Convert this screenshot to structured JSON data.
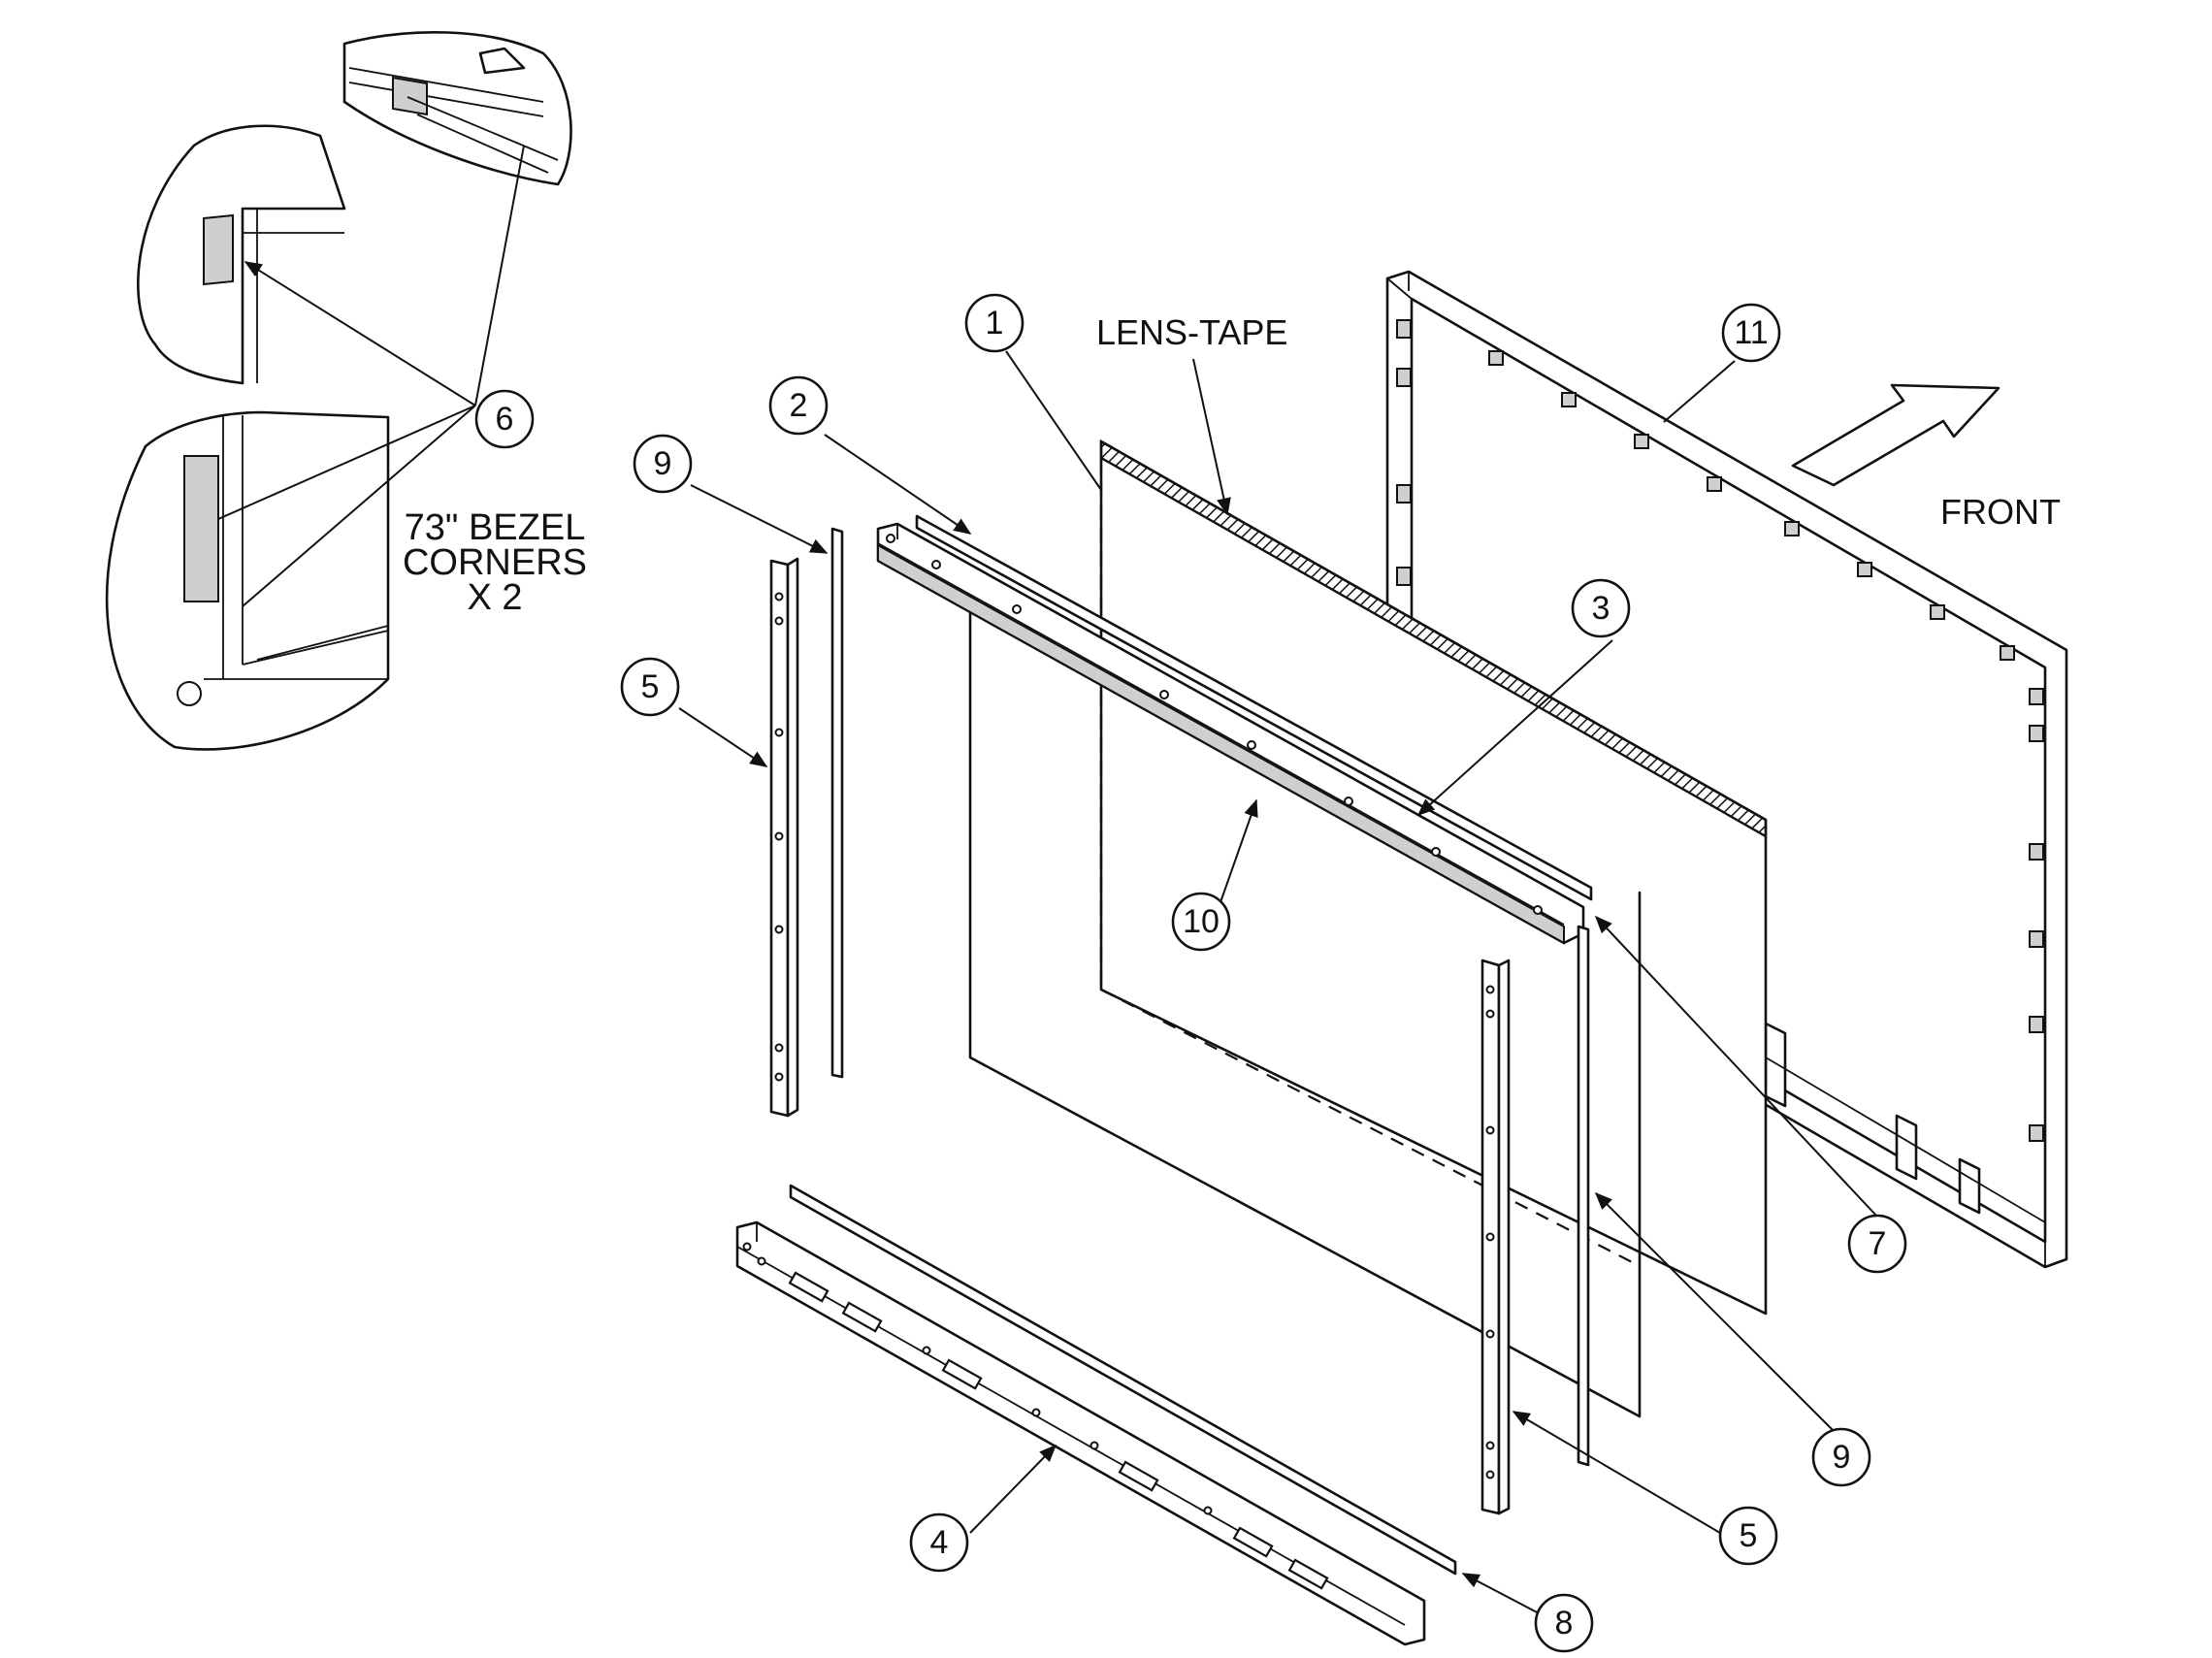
{
  "labels": {
    "lens_tape": "LENS-TAPE",
    "front": "FRONT",
    "bezel_line1": "73\" BEZEL",
    "bezel_line2": "CORNERS",
    "bezel_line3": "X 2"
  },
  "callouts": {
    "c1": "1",
    "c2": "2",
    "c3": "3",
    "c4": "4",
    "c5a": "5",
    "c5b": "5",
    "c6": "6",
    "c7": "7",
    "c8": "8",
    "c9a": "9",
    "c9b": "9",
    "c10": "10",
    "c11": "11"
  }
}
